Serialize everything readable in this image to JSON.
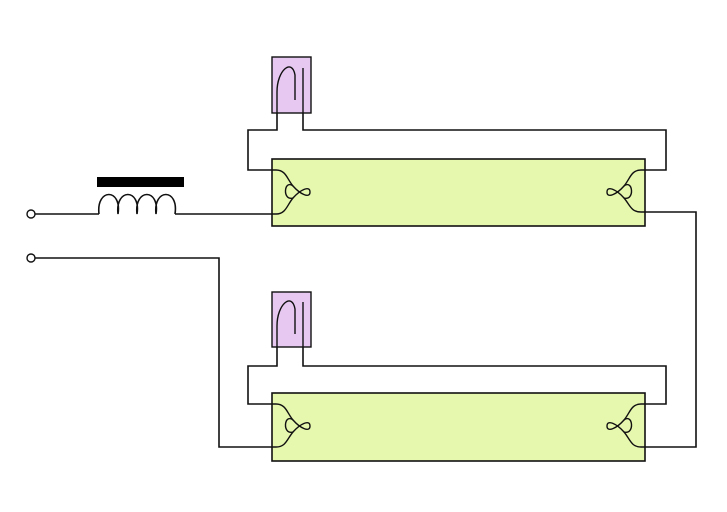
{
  "diagram": {
    "type": "electrical-schematic",
    "components": {
      "terminals": [
        "terminal-1",
        "terminal-2"
      ],
      "ballast": "inductor-with-iron-core",
      "tubes": [
        "fluorescent-tube-1",
        "fluorescent-tube-2"
      ],
      "starters": [
        "starter-1",
        "starter-2"
      ]
    },
    "colors": {
      "tube_fill": "#e6f7ae",
      "starter_fill": "#e6c8f0",
      "core_fill": "#000000",
      "wire": "#111111",
      "background": "#ffffff"
    }
  }
}
